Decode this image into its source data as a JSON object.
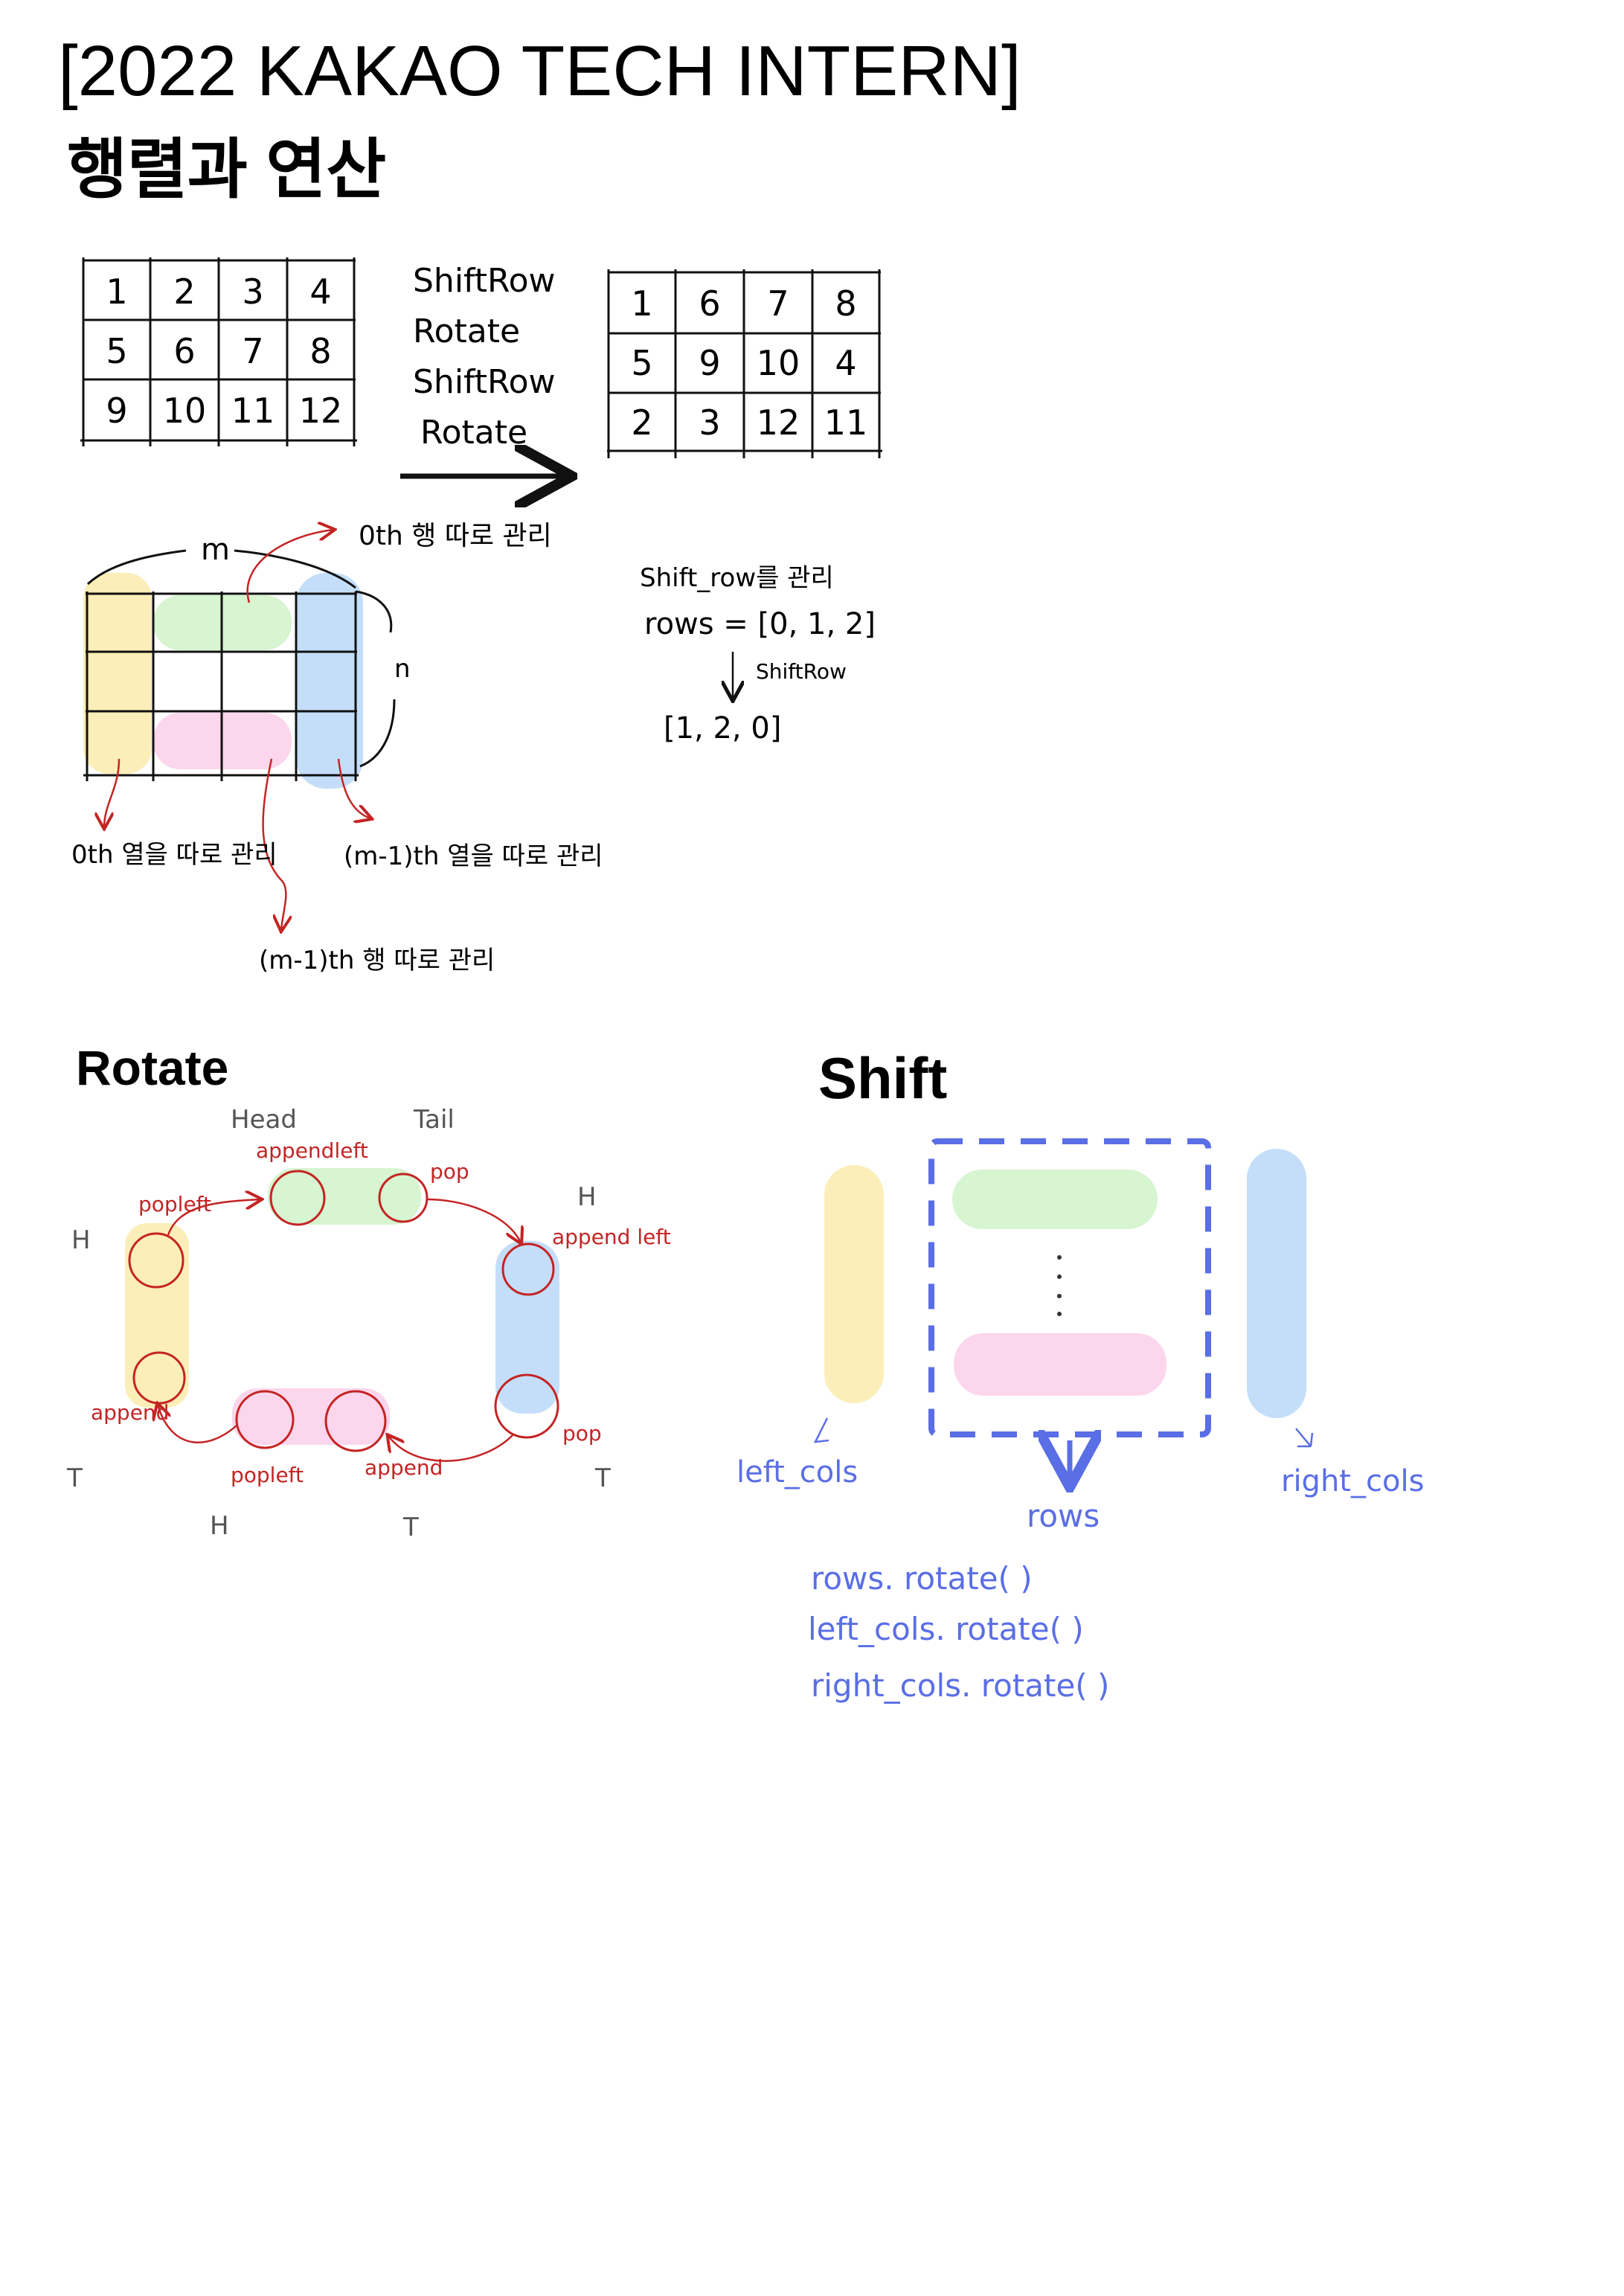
{
  "header": {
    "title": "[2022 KAKAO TECH INTERN]",
    "subtitle": "행렬과 연산"
  },
  "example": {
    "before_matrix": [
      [
        "1",
        "2",
        "3",
        "4"
      ],
      [
        "5",
        "6",
        "7",
        "8"
      ],
      [
        "9",
        "10",
        "11",
        "12"
      ]
    ],
    "operations": [
      "ShiftRow",
      "Rotate",
      "ShiftRow",
      "Rotate"
    ],
    "after_matrix": [
      [
        "1",
        "6",
        "7",
        "8"
      ],
      [
        "5",
        "9",
        "10",
        "4"
      ],
      [
        "2",
        "3",
        "12",
        "11"
      ]
    ]
  },
  "structure": {
    "m_label": "m",
    "n_label": "n",
    "row0_note": "0th 행 따로 관리",
    "col0_note": "0th 열을 따로 관리",
    "lastcol_note": "(m-1)th 열을 따로 관리",
    "lastrow_note": "(m-1)th 행 따로 관리"
  },
  "shiftrow_note": {
    "title": "Shift_row를 관리",
    "rows_eq": "rows = [0, 1, 2]",
    "arrow_label": "ShiftRow",
    "result": "[1, 2, 0]"
  },
  "rotate": {
    "heading": "Rotate",
    "labels": {
      "head": "Head",
      "tail": "Tail",
      "appendleft_top": "appendleft",
      "pop_top": "pop",
      "popleft_left": "popleft",
      "append_left": "append",
      "append_left_right": "append left",
      "pop_right": "pop",
      "popleft_bottom": "popleft",
      "append_bottom": "append",
      "h_left": "H",
      "t_left": "T",
      "h_right": "H",
      "t_right": "T",
      "h_bottom": "H",
      "t_bottom": "T"
    }
  },
  "shift": {
    "heading": "Shift",
    "left_label": "left_cols",
    "rows_label": "rows",
    "right_label": "right_cols",
    "code": [
      "rows. rotate( )",
      "left_cols. rotate( )",
      "right_cols. rotate( )"
    ]
  },
  "colors": {
    "yellow": "#fbeeb8",
    "green": "#d6f5d0",
    "blue": "#c4defa",
    "pink": "#fbd6ec",
    "red_ink": "#c42424",
    "blue_ink": "#5a6ee6"
  }
}
